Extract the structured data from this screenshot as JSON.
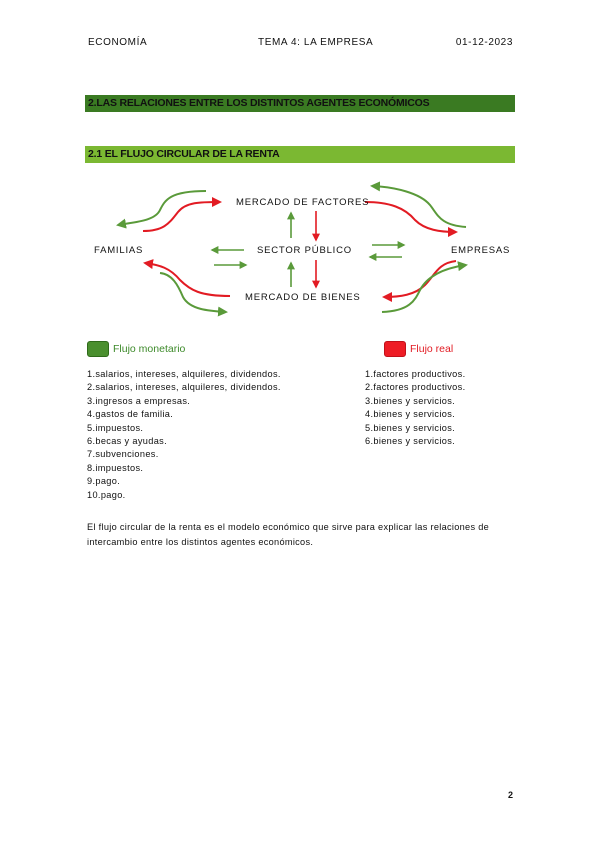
{
  "header": {
    "left": "ECONOMÍA",
    "center": "TEMA 4: LA EMPRESA",
    "right": "01-12-2023"
  },
  "section": {
    "title": "2.LAS RELACIONES ENTRE LOS DISTINTOS AGENTES ECONÓMICOS"
  },
  "subsection": {
    "title": "2.1 EL FLUJO CIRCULAR DE LA RENTA"
  },
  "diagram": {
    "mercado_factores": "MERCADO DE FACTORES",
    "familias": "FAMILIAS",
    "sector_publico": "SECTOR PÚBLICO",
    "empresas": "EMPRESAS",
    "mercado_bienes": "MERCADO DE BIENES",
    "colors": {
      "monetario": "#5a9a3a",
      "real": "#e21b23"
    }
  },
  "legend": {
    "monetario": "Flujo monetario",
    "real": "Flujo real",
    "monetario_color": "#4a8f2e",
    "real_color": "#ee1c25"
  },
  "list_monetario": [
    "1.salarios, intereses, alquileres, dividendos.",
    "2.salarios, intereses, alquileres, dividendos.",
    "3.ingresos a empresas.",
    "4.gastos de familia.",
    "5.impuestos.",
    "6.becas y ayudas.",
    "7.subvenciones.",
    "8.impuestos.",
    "9.pago.",
    "10.pago."
  ],
  "list_real": [
    "1.factores productivos.",
    "2.factores productivos.",
    "3.bienes y servicios.",
    "4.bienes y servicios.",
    "5.bienes y servicios.",
    "6.bienes y servicios."
  ],
  "paragraph": "El flujo circular de la renta es el modelo económico que sirve para explicar las relaciones de intercambio entre los distintos agentes económicos.",
  "page_number": "2"
}
